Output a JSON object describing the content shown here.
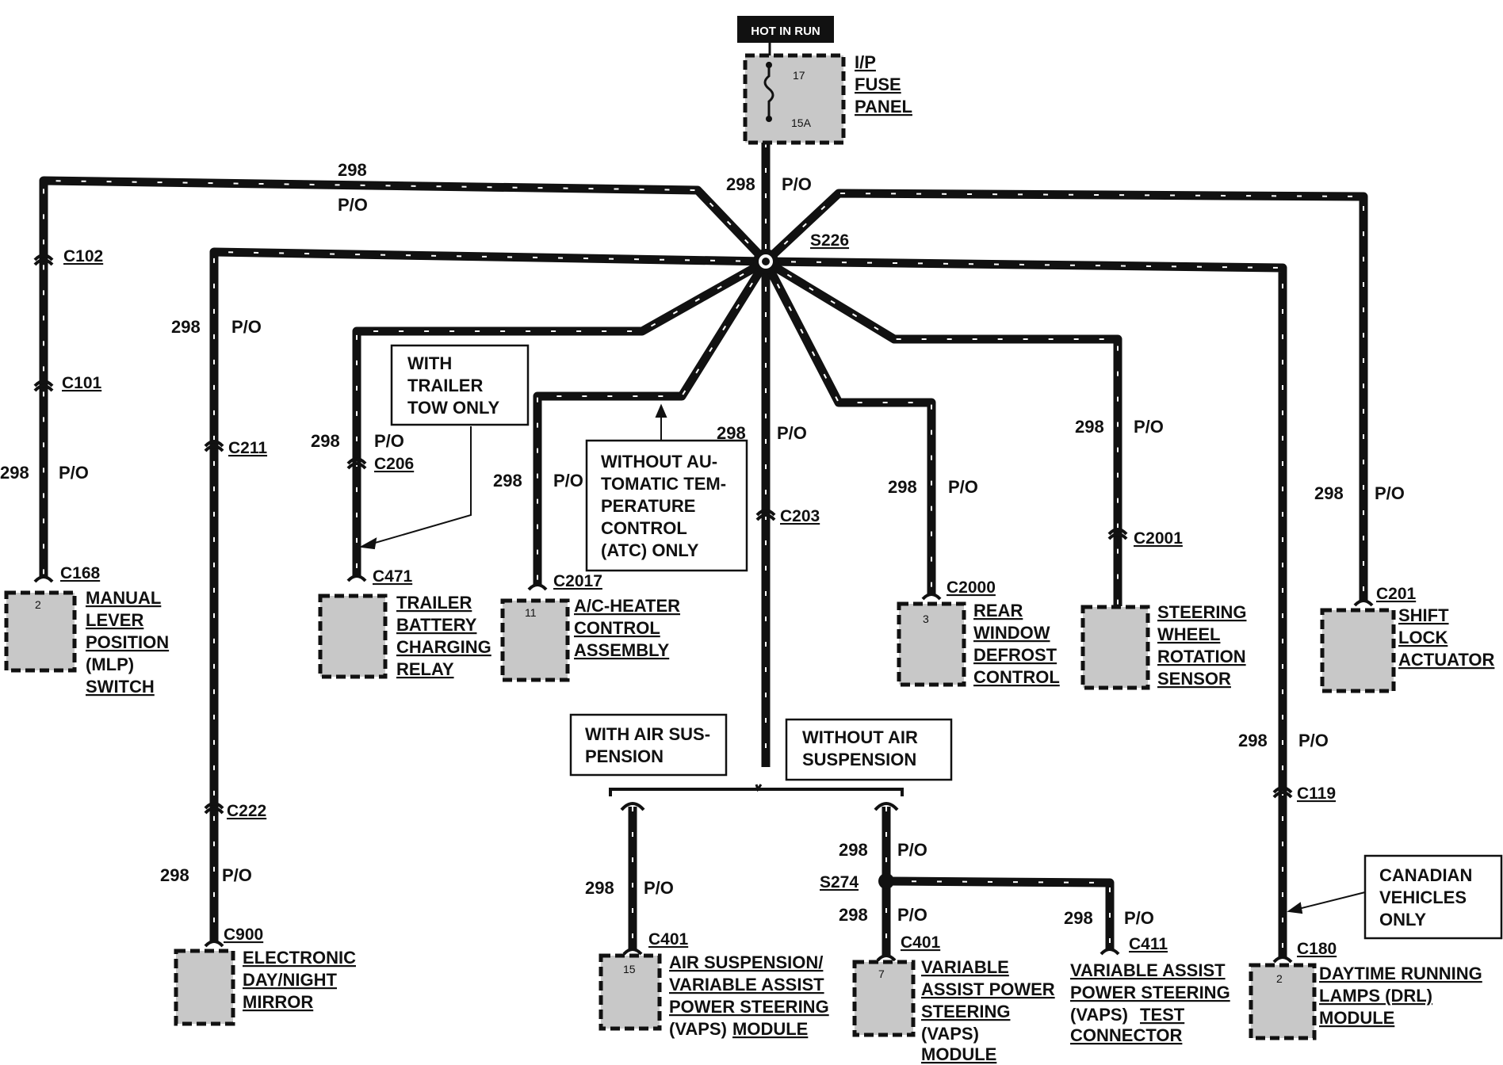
{
  "header": {
    "hot_in_run": "HOT IN RUN"
  },
  "fuse_panel": {
    "fuse_number": "17",
    "rating": "15A",
    "name": [
      "I/P",
      "FUSE",
      "PANEL"
    ]
  },
  "circuit": {
    "number": "298",
    "color": "P/O"
  },
  "splices": {
    "main": "S226",
    "secondary": "S274"
  },
  "connectors": {
    "c102": "C102",
    "c101": "C101",
    "c168": "C168",
    "c211": "C211",
    "c222": "C222",
    "c900": "C900",
    "c206": "C206",
    "c471": "C471",
    "c2017": "C2017",
    "c203": "C203",
    "c2000": "C2000",
    "c2001": "C2001",
    "c201": "C201",
    "c119": "C119",
    "c180": "C180",
    "c401a": "C401",
    "c401b": "C401",
    "c411": "C411"
  },
  "components": {
    "mlp": {
      "pin": "2",
      "name": [
        "MANUAL",
        "LEVER",
        "POSITION"
      ],
      "extra": [
        "(MLP)",
        "SWITCH"
      ]
    },
    "trailer": {
      "name": [
        "TRAILER",
        "BATTERY",
        "CHARGING",
        "RELAY"
      ]
    },
    "ac_heater": {
      "pin": "11",
      "name": [
        "A/C-HEATER",
        "CONTROL",
        "ASSEMBLY"
      ]
    },
    "rear_defrost": {
      "pin": "3",
      "name": [
        "REAR",
        "WINDOW",
        "DEFROST",
        "CONTROL"
      ]
    },
    "steering_sensor": {
      "name": [
        "STEERING",
        "WHEEL",
        "ROTATION",
        "SENSOR"
      ]
    },
    "shift_lock": {
      "name": [
        "SHIFT",
        "LOCK",
        "ACTUATOR"
      ]
    },
    "mirror": {
      "name": [
        "ELECTRONIC",
        "DAY/NIGHT",
        "MIRROR"
      ]
    },
    "air_susp": {
      "pin": "15",
      "name": [
        "AIR SUSPENSION/",
        "VARIABLE ASSIST",
        "POWER STEERING"
      ],
      "last_prefix": "(VAPS)",
      "last_name": "MODULE"
    },
    "vaps": {
      "pin": "7",
      "name": [
        "VARIABLE",
        "ASSIST POWER",
        "STEERING"
      ],
      "mid": "(VAPS)",
      "last": "MODULE"
    },
    "vaps_test": {
      "name": [
        "VARIABLE ASSIST",
        "POWER STEERING"
      ],
      "last_prefix": "(VAPS)",
      "last_name": "TEST",
      "last2": "CONNECTOR"
    },
    "drl": {
      "pin": "2",
      "name": [
        "DAYTIME RUNNING",
        "LAMPS (DRL)",
        "MODULE"
      ]
    }
  },
  "notes": {
    "trailer_tow": [
      "WITH",
      "TRAILER",
      "TOW ONLY"
    ],
    "atc": [
      "WITHOUT AU-",
      "TOMATIC TEM-",
      "PERATURE",
      "CONTROL",
      "(ATC) ONLY"
    ],
    "with_air": [
      "WITH AIR SUS-",
      "PENSION"
    ],
    "without_air": [
      "WITHOUT  AIR",
      "SUSPENSION"
    ],
    "canadian": [
      "CANADIAN",
      "VEHICLES",
      "ONLY"
    ]
  }
}
